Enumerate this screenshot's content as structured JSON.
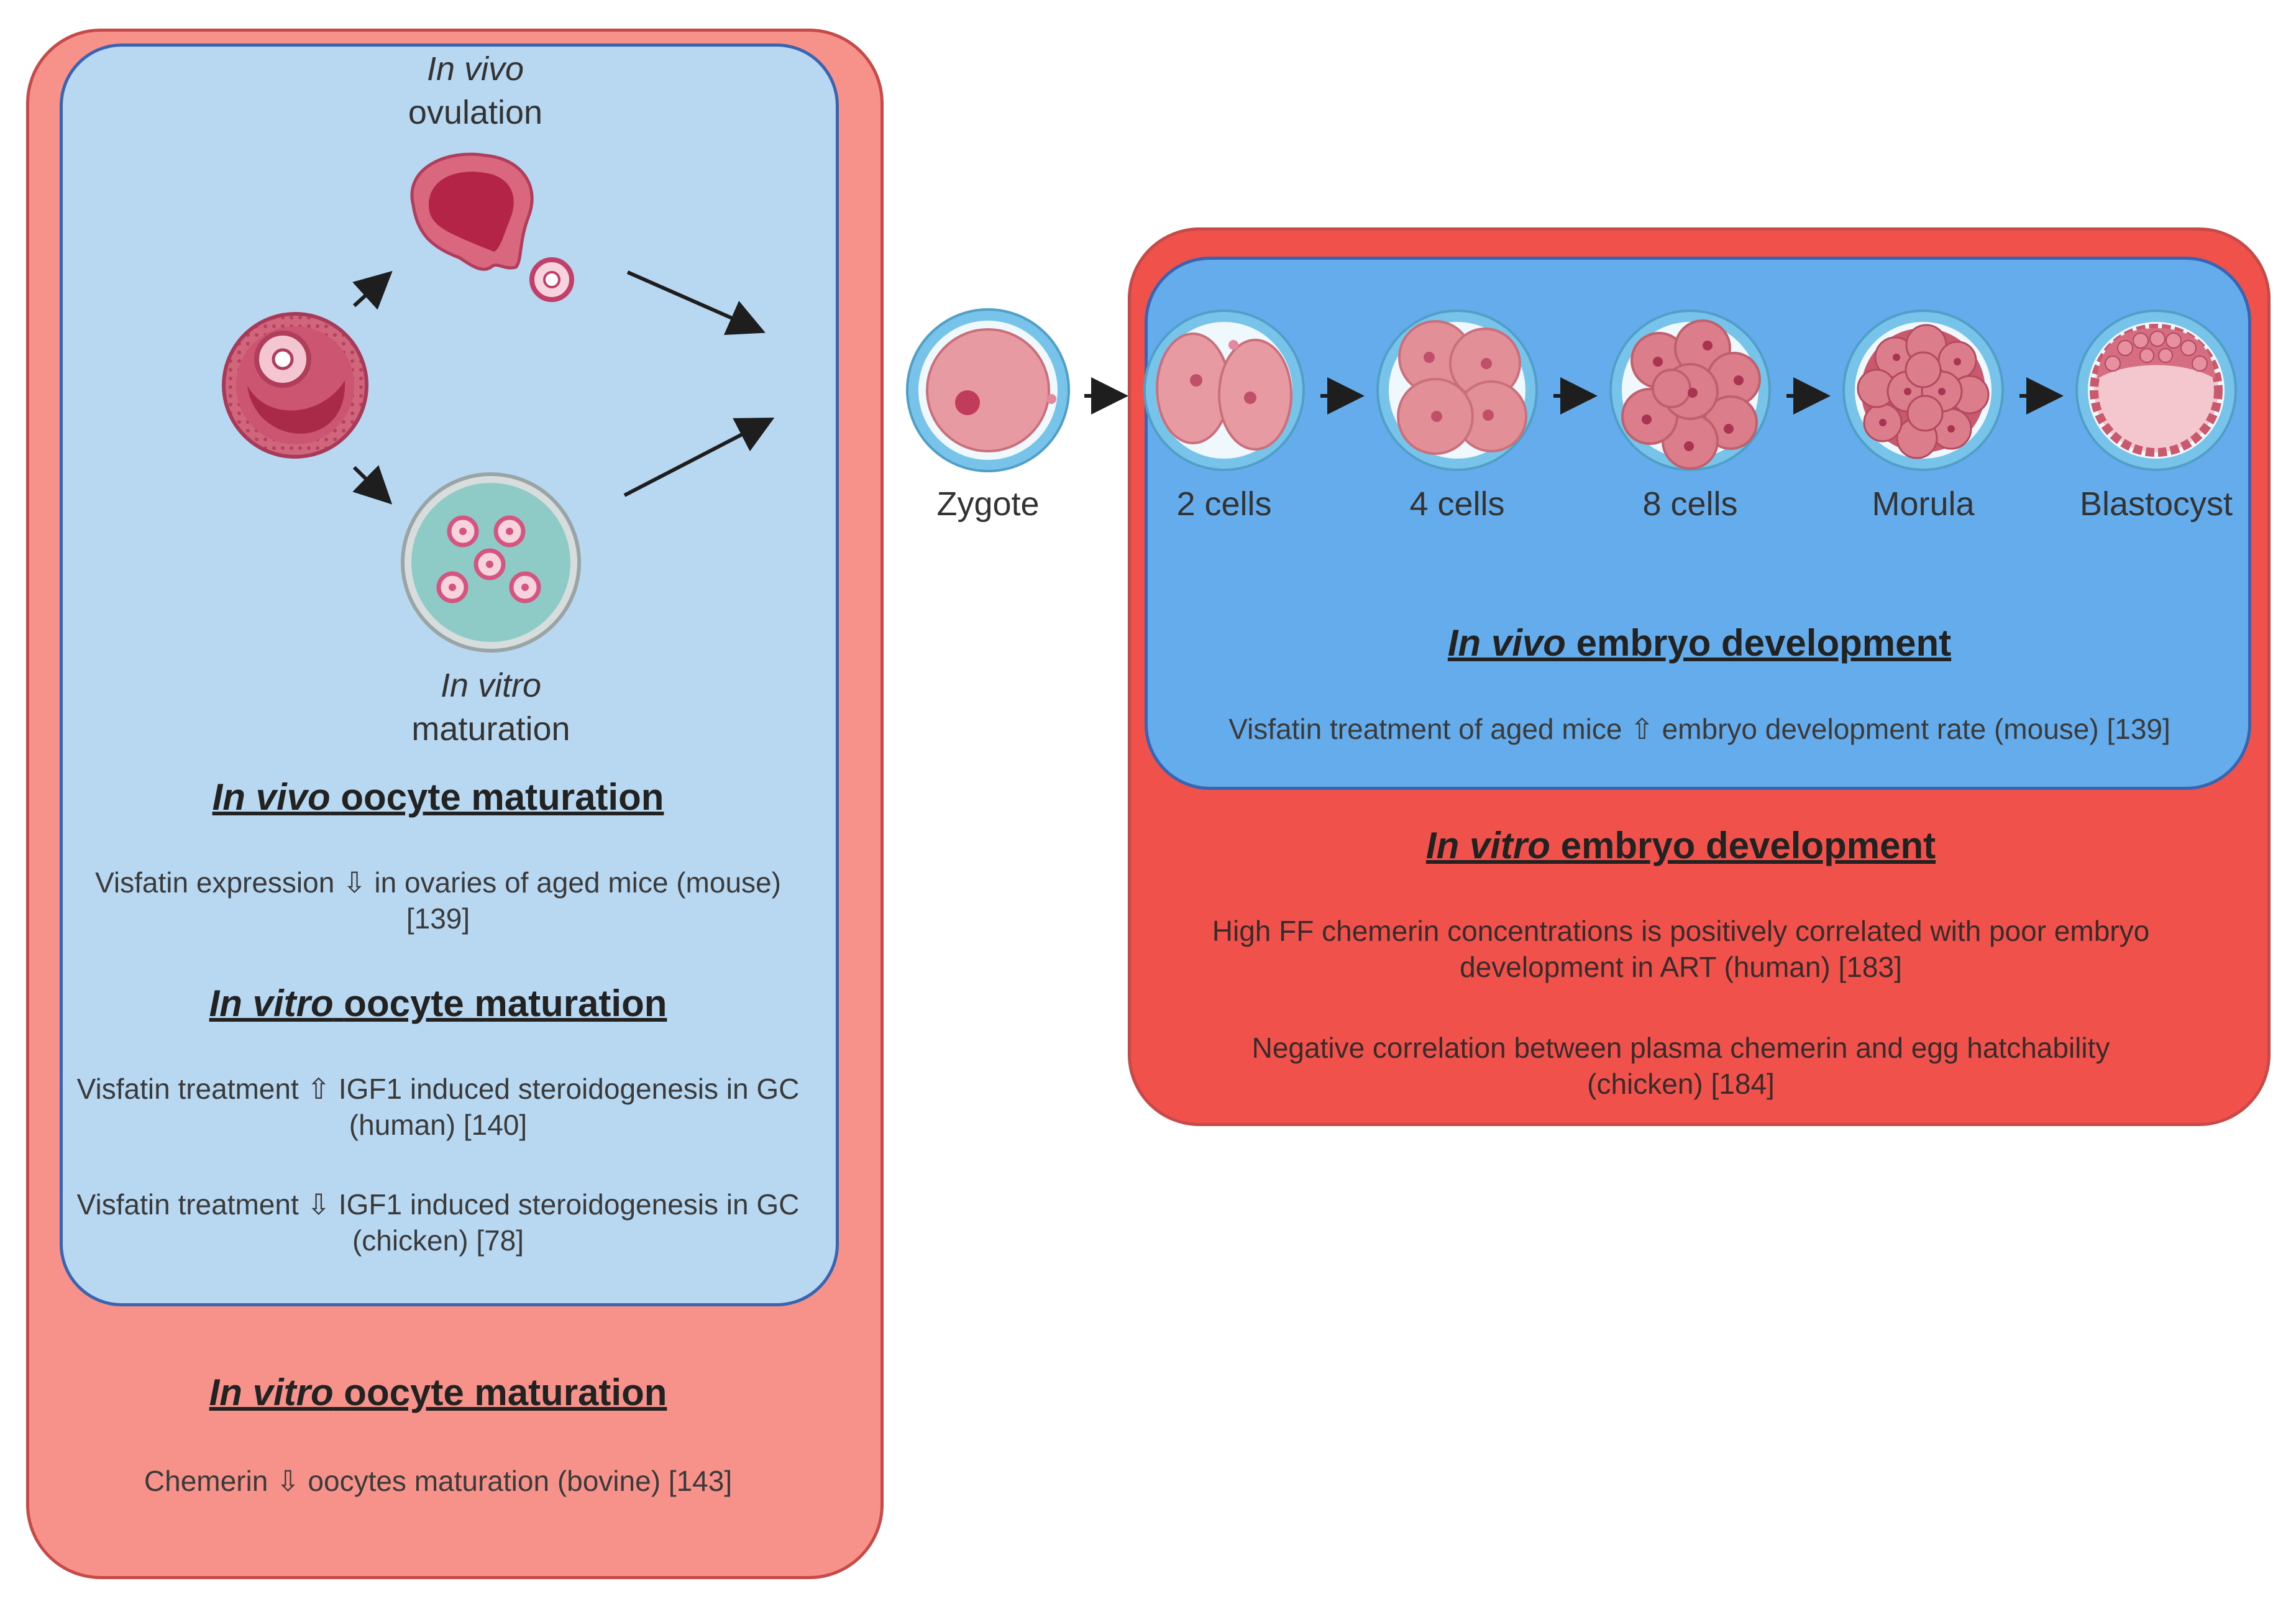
{
  "colors": {
    "outer_left_panel": "#f6928a",
    "outer_right_panel": "#f0524b",
    "inner_left_panel": "#b8d8f1",
    "inner_right_panel": "#64aceb",
    "panel_border": "#c84a48",
    "inner_border": "#3a63b0",
    "cell_pink": "#e79aa1",
    "cell_dark": "#c03c5a",
    "zona": "#77c3ea"
  },
  "left_panel": {
    "ovulation_label_italic": "In vivo",
    "ovulation_label": "ovulation",
    "ivm_label_italic": "In vitro",
    "ivm_label": "maturation",
    "invivo_heading_italic": "In vivo",
    "invivo_heading": "oocyte maturation",
    "invivo_text": "Visfatin expression ⇩ in ovaries of aged mice (mouse) [139]",
    "invitro_heading_italic": "In vitro",
    "invitro_heading": "oocyte maturation",
    "invitro_text_1": "Visfatin treatment ⇧ IGF1 induced steroidogenesis in GC (human) [140]",
    "invitro_text_2": "Visfatin treatment ⇩ IGF1 induced steroidogenesis in GC (chicken) [78]",
    "outer_heading_italic": "In vitro",
    "outer_heading": "oocyte maturation",
    "outer_text": "Chemerin ⇩ oocytes maturation (bovine) [143]"
  },
  "zygote_label": "Zygote",
  "right_panel": {
    "stages": [
      "2 cells",
      "4 cells",
      "8 cells",
      "Morula",
      "Blastocyst"
    ],
    "invivo_heading_italic": "In vivo",
    "invivo_heading": "embryo development",
    "invivo_text": "Visfatin treatment of aged mice ⇧ embryo development rate (mouse) [139]",
    "invitro_heading_italic": "In vitro",
    "invitro_heading": "embryo development",
    "invitro_text_1": "High FF chemerin concentrations is positively correlated with poor embryo development in ART (human) [183]",
    "invitro_text_2": "Negative correlation between plasma chemerin and egg hatchability (chicken) [184]"
  }
}
